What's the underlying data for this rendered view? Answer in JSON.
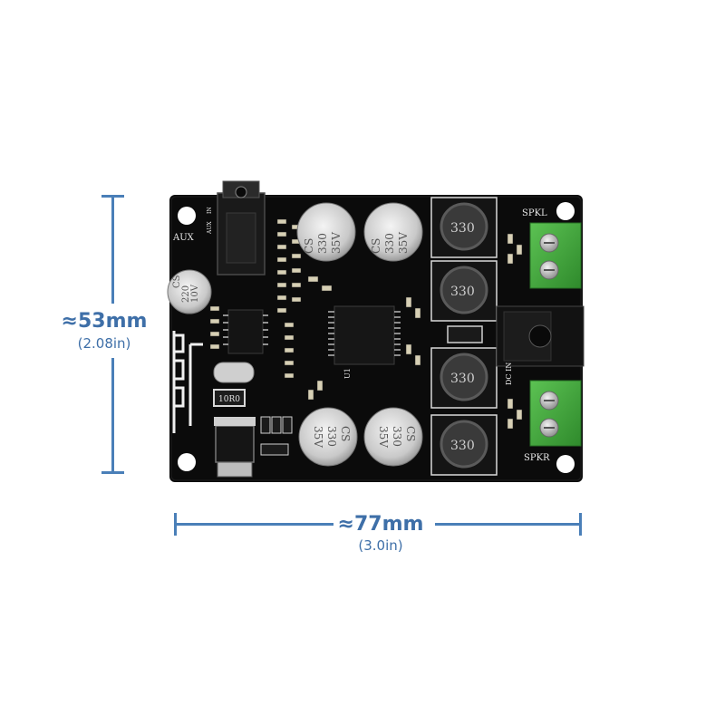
{
  "dimensions": {
    "height_label": "≈53mm",
    "height_sub": "(2.08in)",
    "width_label": "≈77mm",
    "width_sub": "(3.0in)"
  },
  "board": {
    "aux_label": "AUX",
    "aux_small": "AUX",
    "in_small": "IN",
    "spkl_label": "SPKL",
    "spkr_label": "SPKR",
    "dc_label": "DC IN",
    "u1_label": "U1",
    "resistor_marking": "10R0",
    "cap_small": [
      "CS",
      "220",
      "10V"
    ],
    "cap_large": [
      "CS",
      "330",
      "35V"
    ],
    "inductor_marking": "330"
  },
  "colors": {
    "pcb": "#0b0b0b",
    "silkscreen": "#e8e8e8",
    "terminal": "#3fa63a",
    "dimension": "#4a7fb8"
  }
}
